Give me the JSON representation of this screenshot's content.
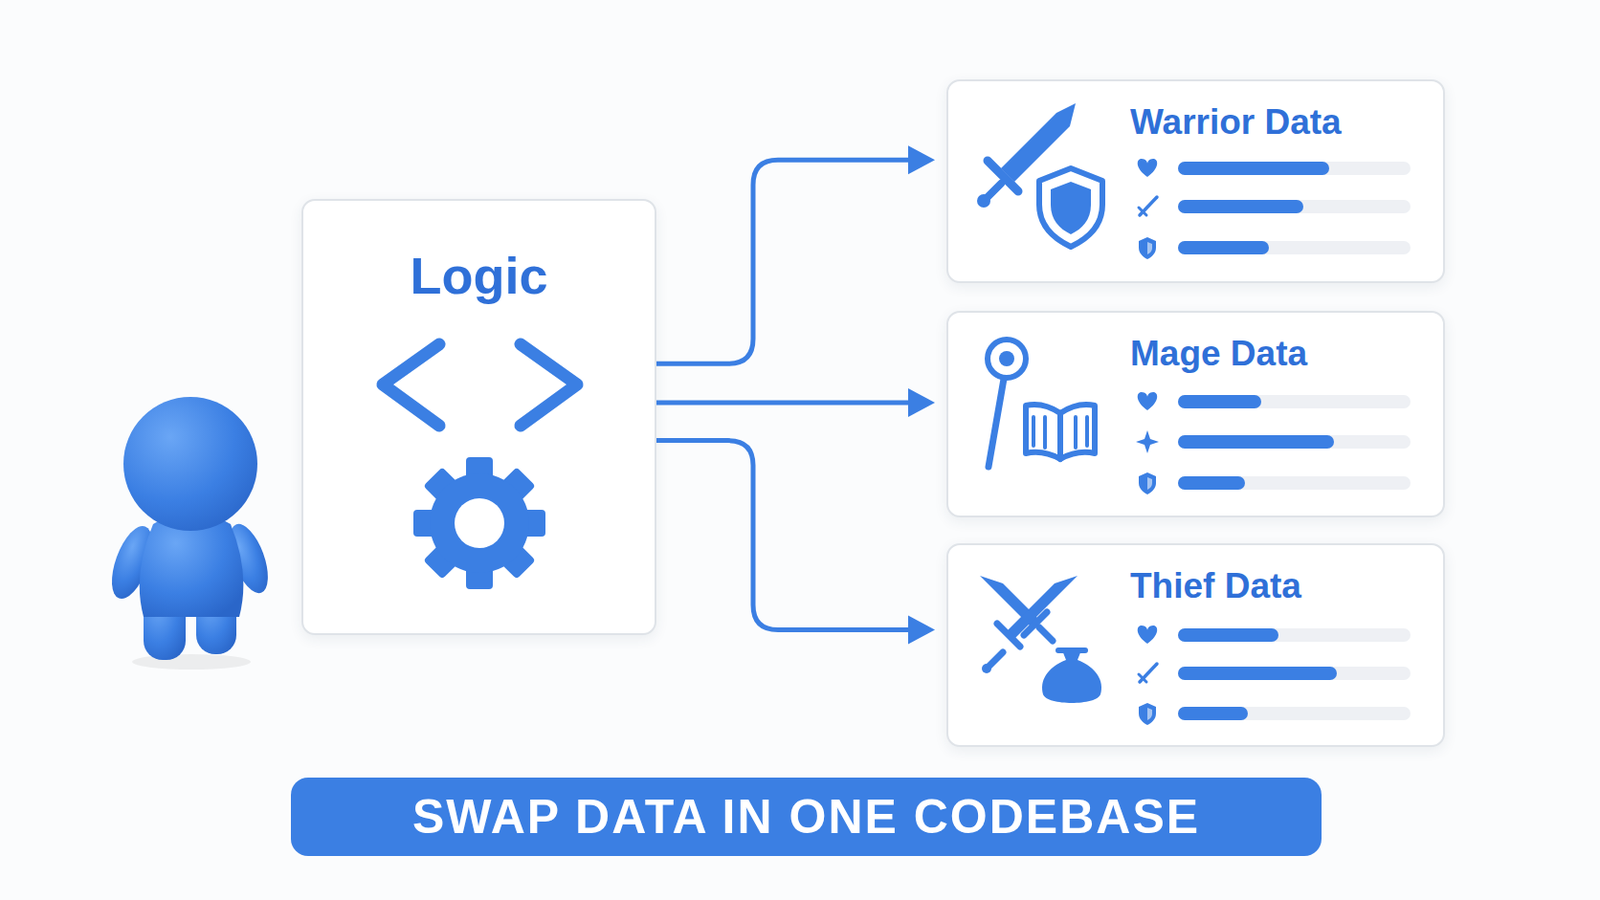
{
  "diagram": {
    "nodes": [
      {
        "text": [
          "Logic"
        ]
      },
      {
        "text": [
          "Warrior Data"
        ]
      },
      {
        "text": [
          "Mage Data"
        ]
      },
      {
        "text": [
          "Thief Data"
        ]
      },
      {
        "text": [
          "SWAP DATA IN ONE CODEBASE"
        ]
      }
    ],
    "edges": [
      {
        "from": 0,
        "to": 1,
        "arrow": "to"
      },
      {
        "from": 0,
        "to": 2,
        "arrow": "to"
      },
      {
        "from": 0,
        "to": 3,
        "arrow": "to"
      }
    ]
  }
}
